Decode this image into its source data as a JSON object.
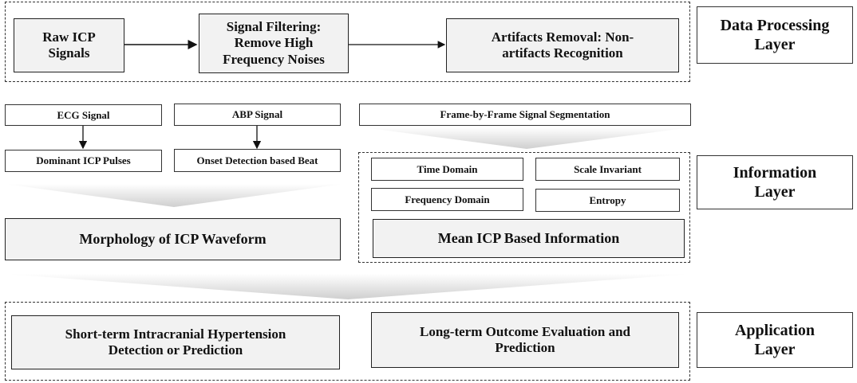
{
  "data_processing": {
    "raw_icp": "Raw ICP\nSignals",
    "filtering": "Signal Filtering:\nRemove High\nFrequency Noises",
    "artifacts": "Artifacts Removal: Non-\nartifacts Recognition",
    "label": "Data Processing\nLayer"
  },
  "information": {
    "ecg": "ECG Signal",
    "abp": "ABP Signal",
    "frame": "Frame-by-Frame Signal Segmentation",
    "dominant": "Dominant ICP Pulses",
    "onset": "Onset Detection based Beat",
    "time_domain": "Time Domain",
    "scale_invariant": "Scale Invariant",
    "frequency_domain": "Frequency Domain",
    "entropy": "Entropy",
    "morphology": "Morphology of ICP Waveform",
    "mean_icp": "Mean ICP Based Information",
    "label": "Information\nLayer"
  },
  "application": {
    "short_term": "Short-term Intracranial Hypertension\nDetection or Prediction",
    "long_term": "Long-term Outcome Evaluation and\nPrediction",
    "label": "Application\nLayer"
  }
}
